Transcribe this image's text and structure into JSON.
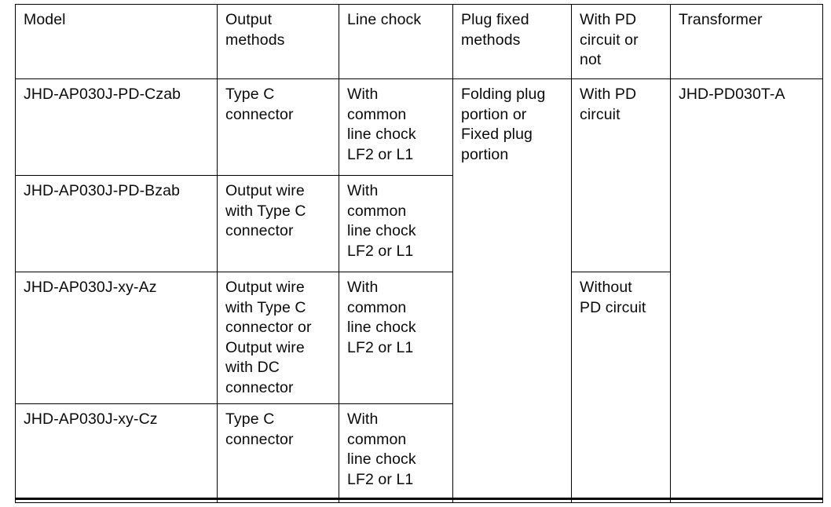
{
  "document": {
    "type": "specification-table",
    "background_color": "#ffffff",
    "text_color": "#0a0a0a",
    "border_color": "#000000"
  },
  "table": {
    "headers": [
      "Model",
      "Output\nmethods",
      "Line chock",
      "Plug fixed\nmethods",
      "With PD\ncircuit or\nnot",
      "Transformer"
    ],
    "rows": [
      {
        "model": "JHD-AP030J-PD-Czab",
        "output_methods": "Type C\nconnector",
        "line_chock": "With\ncommon\nline chock\nLF2 or L1",
        "plug_fixed_methods": "Folding plug\nportion or\nFixed plug\nportion",
        "pd_circuit": "With PD\ncircuit",
        "transformer": "JHD-PD030T-A"
      },
      {
        "model": "JHD-AP030J-PD-Bzab",
        "output_methods": "Output wire\nwith Type C\nconnector",
        "line_chock": "With\ncommon\nline chock\nLF2 or L1",
        "plug_fixed_methods": "",
        "pd_circuit": "",
        "transformer": ""
      },
      {
        "model": "JHD-AP030J-xy-Az",
        "output_methods": "Output wire\nwith Type C\nconnector or\nOutput wire\nwith DC\nconnector",
        "line_chock": "With\ncommon\nline chock\nLF2 or L1",
        "plug_fixed_methods": "",
        "pd_circuit": "Without\nPD circuit",
        "transformer": ""
      },
      {
        "model": "JHD-AP030J-xy-Cz",
        "output_methods": "Type C\nconnector",
        "line_chock": "With\ncommon\nline chock\nLF2 or L1",
        "plug_fixed_methods": "",
        "pd_circuit": "",
        "transformer": ""
      }
    ]
  }
}
